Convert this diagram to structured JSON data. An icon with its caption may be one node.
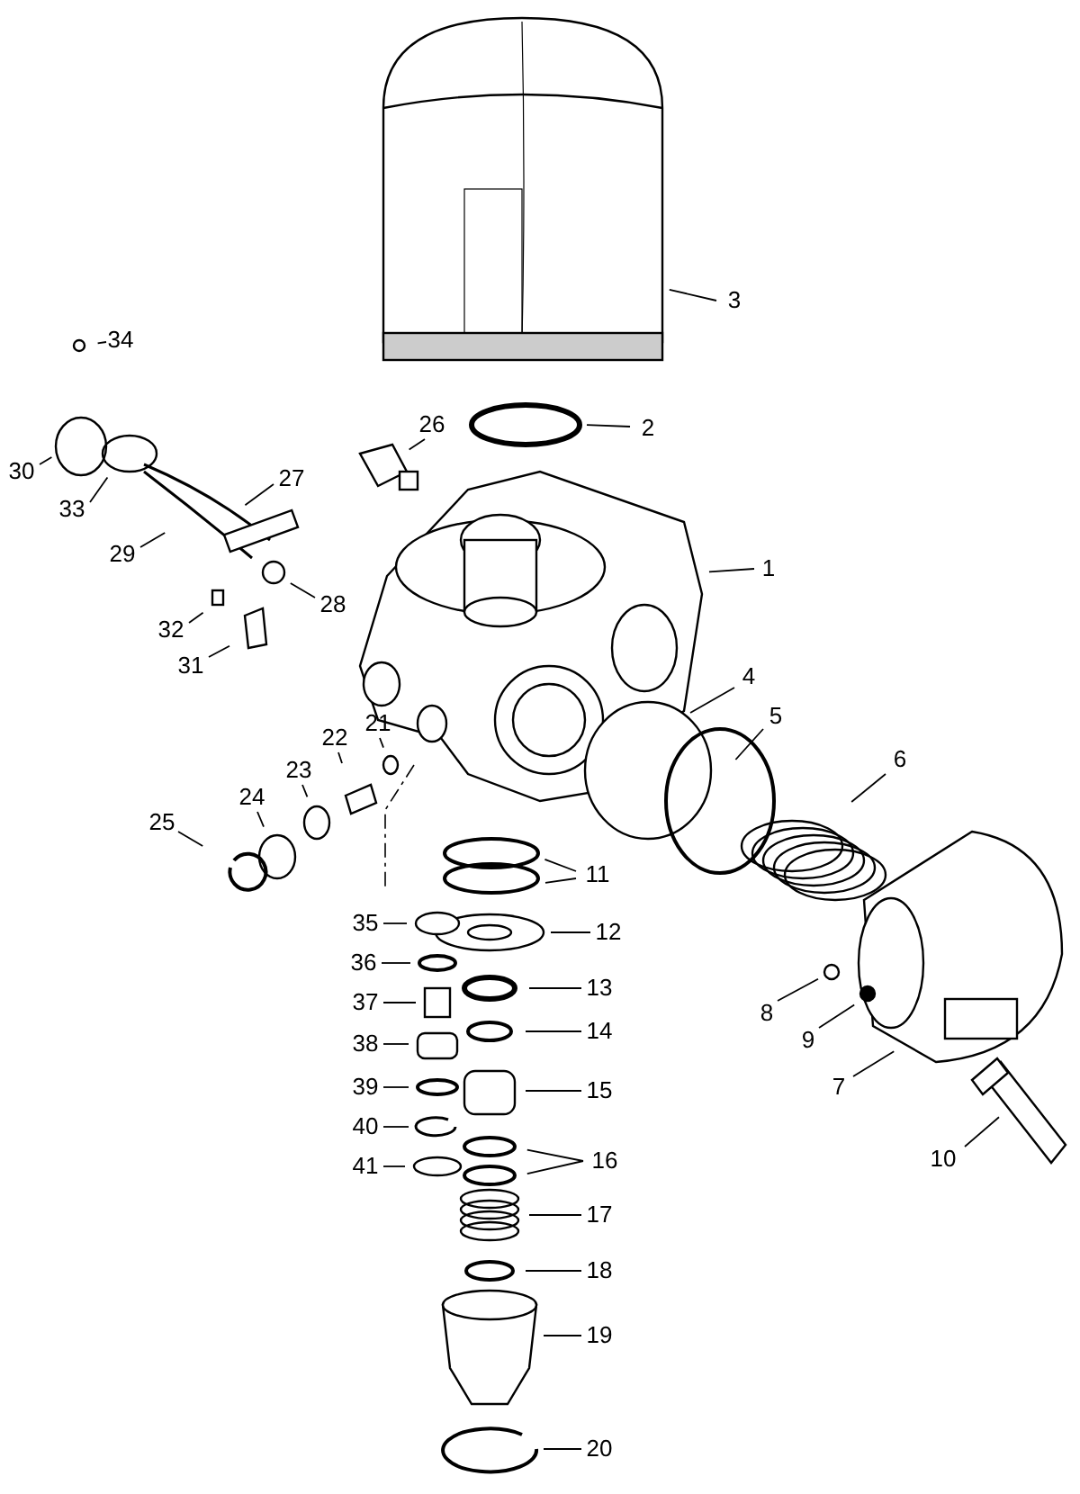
{
  "diagram": {
    "nodes": [
      {
        "text": [
          "1"
        ]
      },
      {
        "text": [
          "2"
        ]
      },
      {
        "text": [
          "3"
        ]
      },
      {
        "text": [
          "4"
        ]
      },
      {
        "text": [
          "5"
        ]
      },
      {
        "text": [
          "6"
        ]
      },
      {
        "text": [
          "7"
        ]
      },
      {
        "text": [
          "8"
        ]
      },
      {
        "text": [
          "9"
        ]
      },
      {
        "text": [
          "10"
        ]
      },
      {
        "text": [
          "11"
        ]
      },
      {
        "text": [
          "12"
        ]
      },
      {
        "text": [
          "13"
        ]
      },
      {
        "text": [
          "14"
        ]
      },
      {
        "text": [
          "15"
        ]
      },
      {
        "text": [
          "16"
        ]
      },
      {
        "text": [
          "17"
        ]
      },
      {
        "text": [
          "18"
        ]
      },
      {
        "text": [
          "19"
        ]
      },
      {
        "text": [
          "20"
        ]
      },
      {
        "text": [
          "21"
        ]
      },
      {
        "text": [
          "22"
        ]
      },
      {
        "text": [
          "23"
        ]
      },
      {
        "text": [
          "24"
        ]
      },
      {
        "text": [
          "25"
        ]
      },
      {
        "text": [
          "26"
        ]
      },
      {
        "text": [
          "27"
        ]
      },
      {
        "text": [
          "28"
        ]
      },
      {
        "text": [
          "29"
        ]
      },
      {
        "text": [
          "30"
        ]
      },
      {
        "text": [
          "31"
        ]
      },
      {
        "text": [
          "32"
        ]
      },
      {
        "text": [
          "33"
        ]
      },
      {
        "text": [
          "34"
        ]
      },
      {
        "text": [
          "35"
        ]
      },
      {
        "text": [
          "36"
        ]
      },
      {
        "text": [
          "37"
        ]
      },
      {
        "text": [
          "38"
        ]
      },
      {
        "text": [
          "39"
        ]
      },
      {
        "text": [
          "40"
        ]
      },
      {
        "text": [
          "41"
        ]
      }
    ],
    "edges": [
      {
        "from": 0,
        "to": null,
        "arrow": "none"
      },
      {
        "from": 1,
        "to": null,
        "arrow": "none"
      },
      {
        "from": 2,
        "to": null,
        "arrow": "none"
      },
      {
        "from": 3,
        "to": null,
        "arrow": "none"
      },
      {
        "from": 4,
        "to": null,
        "arrow": "none"
      },
      {
        "from": 5,
        "to": null,
        "arrow": "none"
      },
      {
        "from": 6,
        "to": null,
        "arrow": "none"
      },
      {
        "from": 7,
        "to": null,
        "arrow": "none"
      },
      {
        "from": 8,
        "to": null,
        "arrow": "none"
      },
      {
        "from": 9,
        "to": null,
        "arrow": "none"
      },
      {
        "from": 10,
        "to": null,
        "arrow": "none"
      },
      {
        "from": 10,
        "to": null,
        "arrow": "none"
      },
      {
        "from": 11,
        "to": null,
        "arrow": "none"
      },
      {
        "from": 12,
        "to": null,
        "arrow": "none"
      },
      {
        "from": 13,
        "to": null,
        "arrow": "none"
      },
      {
        "from": 14,
        "to": null,
        "arrow": "none"
      },
      {
        "from": 15,
        "to": null,
        "arrow": "none"
      },
      {
        "from": 15,
        "to": null,
        "arrow": "none"
      },
      {
        "from": 16,
        "to": null,
        "arrow": "none"
      },
      {
        "from": 17,
        "to": null,
        "arrow": "none"
      },
      {
        "from": 18,
        "to": null,
        "arrow": "none"
      },
      {
        "from": 19,
        "to": null,
        "arrow": "none"
      },
      {
        "from": 20,
        "to": null,
        "arrow": "none"
      },
      {
        "from": 21,
        "to": null,
        "arrow": "none"
      },
      {
        "from": 22,
        "to": null,
        "arrow": "none"
      },
      {
        "from": 23,
        "to": null,
        "arrow": "none"
      },
      {
        "from": 24,
        "to": null,
        "arrow": "none"
      },
      {
        "from": 25,
        "to": null,
        "arrow": "none"
      },
      {
        "from": 26,
        "to": null,
        "arrow": "none"
      },
      {
        "from": 27,
        "to": null,
        "arrow": "none"
      },
      {
        "from": 28,
        "to": null,
        "arrow": "none"
      },
      {
        "from": 29,
        "to": null,
        "arrow": "none"
      },
      {
        "from": 30,
        "to": null,
        "arrow": "none"
      },
      {
        "from": 31,
        "to": null,
        "arrow": "none"
      },
      {
        "from": 32,
        "to": null,
        "arrow": "none"
      },
      {
        "from": 33,
        "to": null,
        "arrow": "none"
      },
      {
        "from": 34,
        "to": null,
        "arrow": "none"
      },
      {
        "from": 35,
        "to": null,
        "arrow": "none"
      },
      {
        "from": 36,
        "to": null,
        "arrow": "none"
      },
      {
        "from": 37,
        "to": null,
        "arrow": "none"
      },
      {
        "from": 38,
        "to": null,
        "arrow": "none"
      },
      {
        "from": 39,
        "to": null,
        "arrow": "none"
      },
      {
        "from": 40,
        "to": null,
        "arrow": "none"
      }
    ]
  }
}
